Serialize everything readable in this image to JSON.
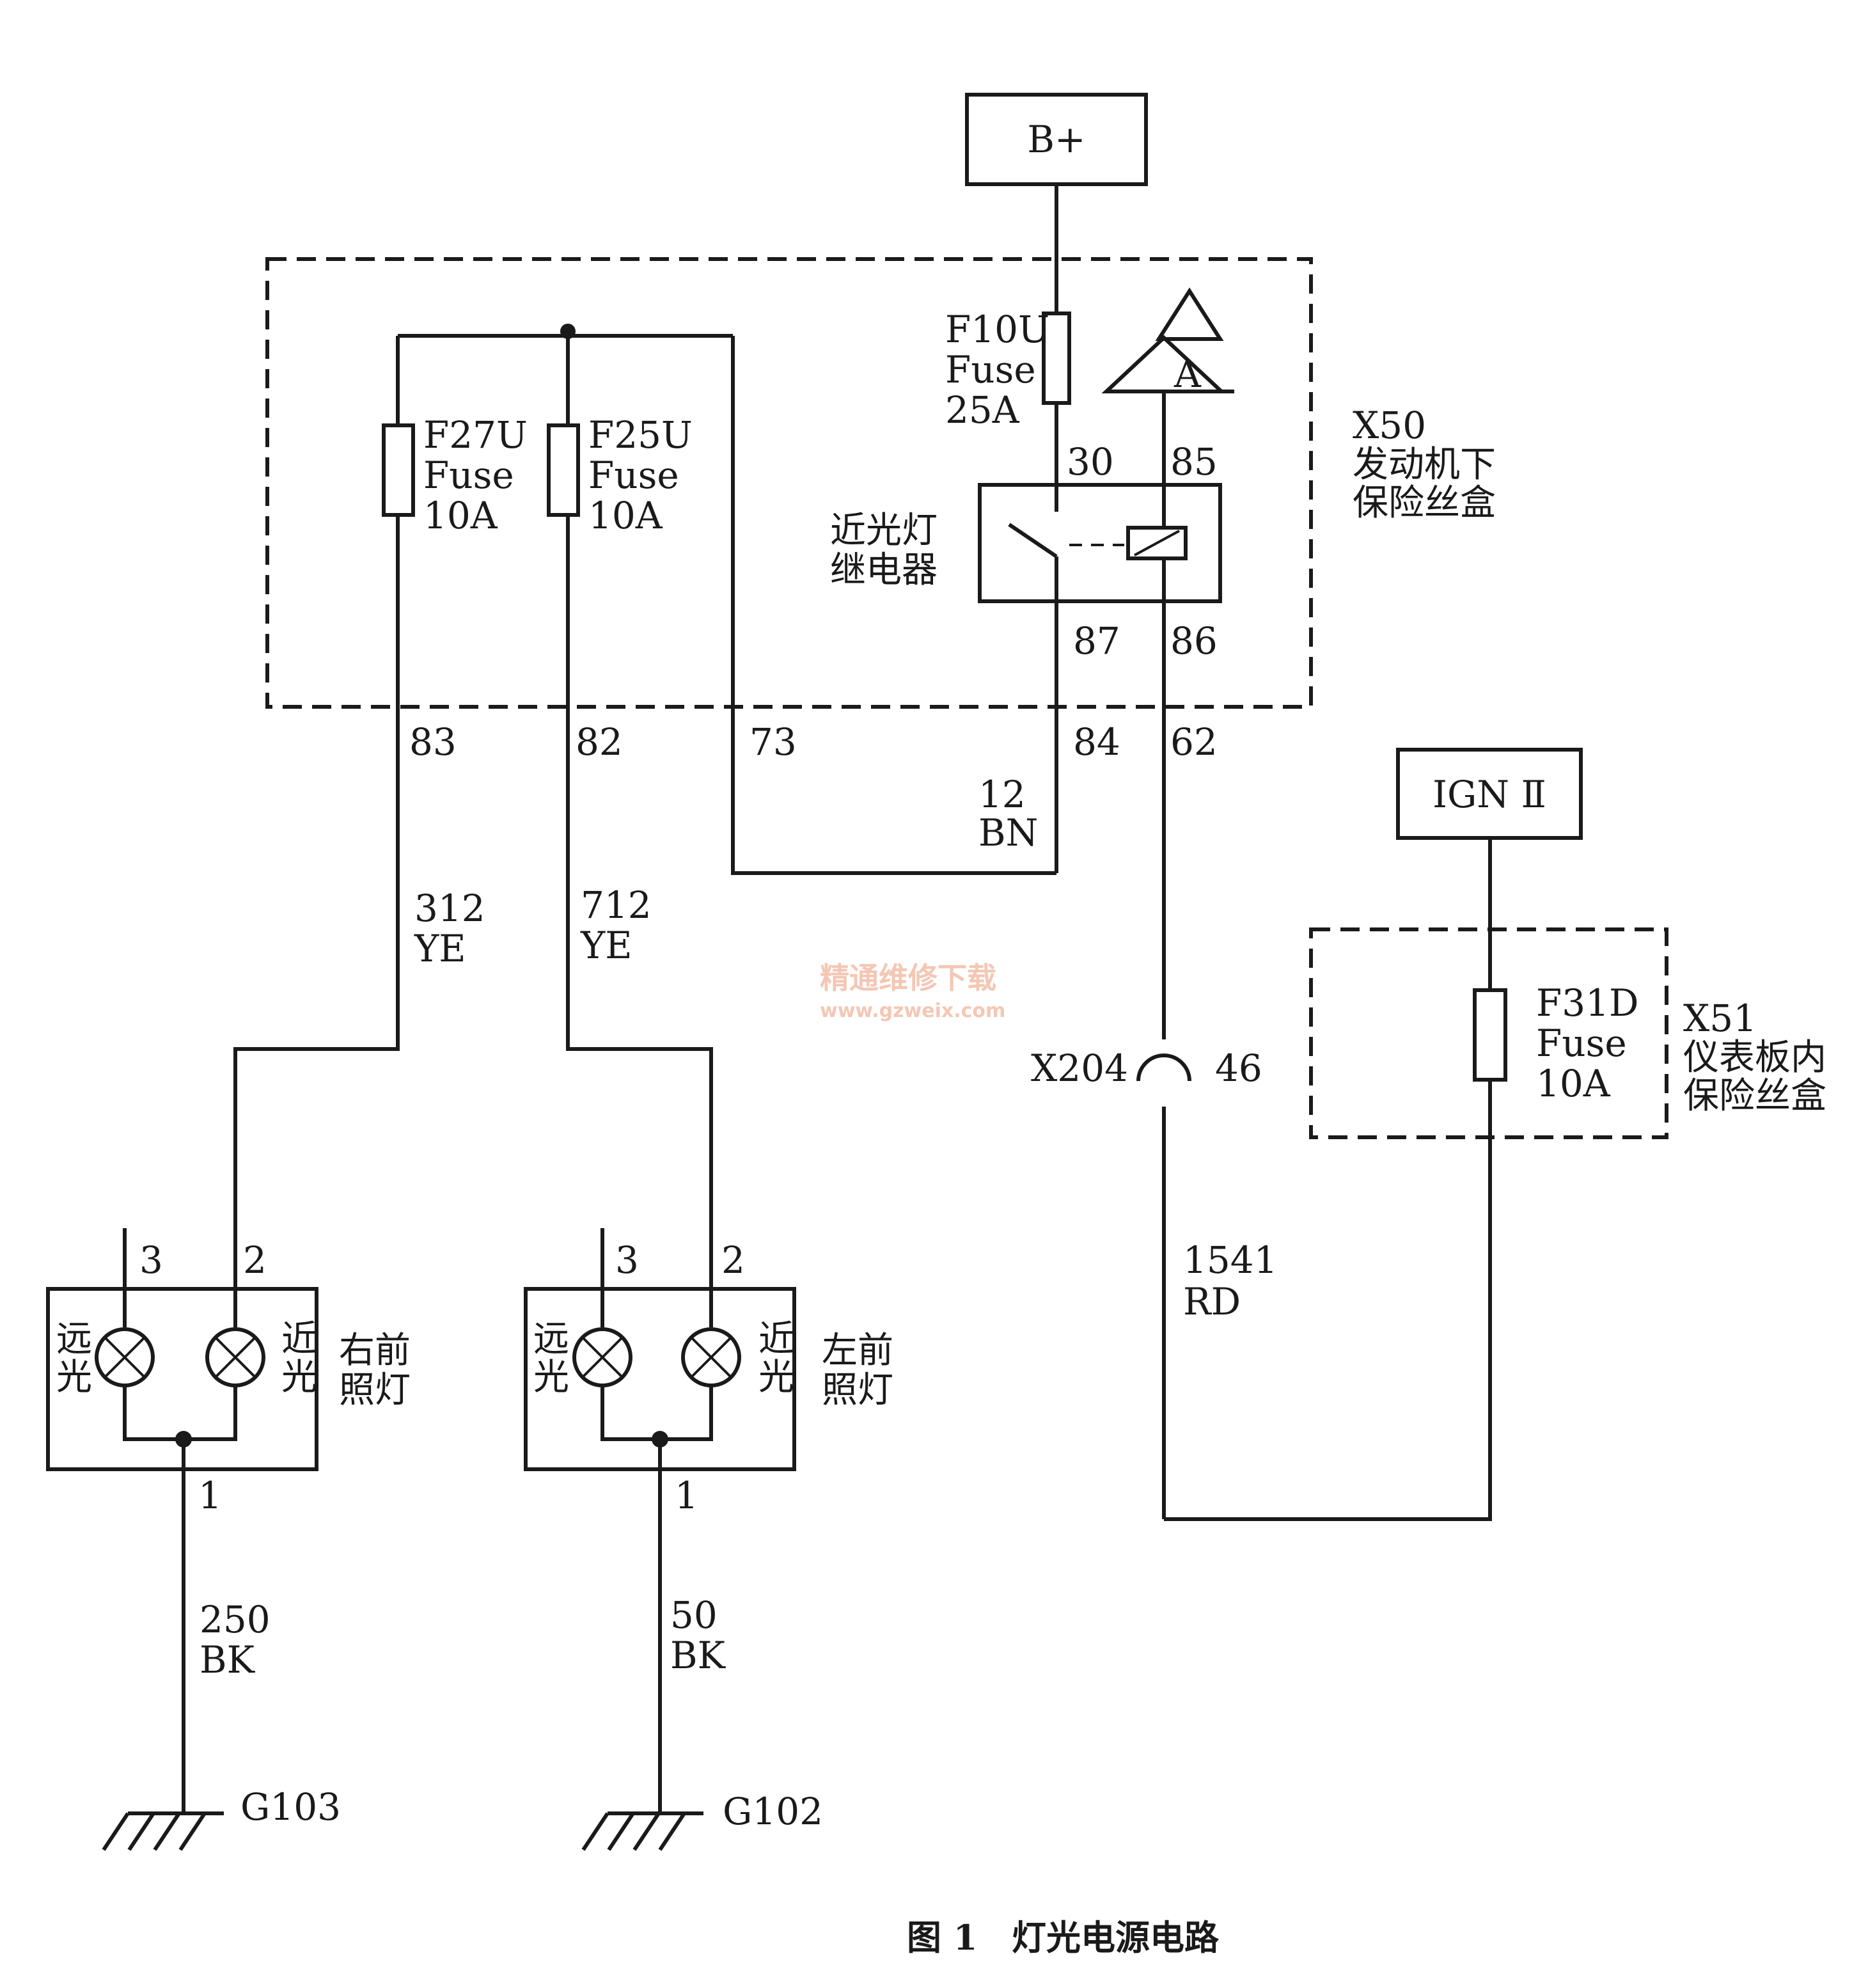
{
  "supplies": {
    "bplus": "B+",
    "ign": "IGN Ⅱ"
  },
  "engine_box": {
    "id": "X50",
    "name_line1": "发动机下",
    "name_line2": "保险丝盒"
  },
  "dash_box": {
    "id": "X51",
    "name_line1": "仪表板内",
    "name_line2": "保险丝盒"
  },
  "fuses": {
    "f10u": {
      "id": "F10U",
      "type": "Fuse",
      "rating": "25A"
    },
    "f27u": {
      "id": "F27U",
      "type": "Fuse",
      "rating": "10A"
    },
    "f25u": {
      "id": "F25U",
      "type": "Fuse",
      "rating": "10A"
    },
    "f31d": {
      "id": "F31D",
      "type": "Fuse",
      "rating": "10A"
    }
  },
  "relay": {
    "name_line1": "近光灯",
    "name_line2": "继电器",
    "pin30": "30",
    "pin85": "85",
    "pin87": "87",
    "pin86": "86",
    "ref": "A"
  },
  "terminals": {
    "t83": "83",
    "t82": "82",
    "t73": "73",
    "t84": "84",
    "t62": "62"
  },
  "wires": {
    "w12": {
      "num": "12",
      "color": "BN"
    },
    "w312": {
      "num": "312",
      "color": "YE"
    },
    "w712": {
      "num": "712",
      "color": "YE"
    },
    "w1541": {
      "num": "1541",
      "color": "RD"
    },
    "w250": {
      "num": "250",
      "color": "BK"
    },
    "w50": {
      "num": "50",
      "color": "BK"
    }
  },
  "connector": {
    "id": "X204",
    "pin": "46"
  },
  "right_lamp": {
    "name_line1": "右前",
    "name_line2": "照灯",
    "high1": "远",
    "high2": "光",
    "low1": "近",
    "low2": "光",
    "pin1": "1",
    "pin2": "2",
    "pin3": "3"
  },
  "left_lamp": {
    "name_line1": "左前",
    "name_line2": "照灯",
    "high1": "远",
    "high2": "光",
    "low1": "近",
    "low2": "光",
    "pin1": "1",
    "pin2": "2",
    "pin3": "3"
  },
  "grounds": {
    "g103": "G103",
    "g102": "G102"
  },
  "watermark": {
    "line1": "精通维修下载",
    "line2": "www.gzweix.com"
  },
  "caption": {
    "fig": "图 1",
    "title": "灯光电源电路"
  }
}
